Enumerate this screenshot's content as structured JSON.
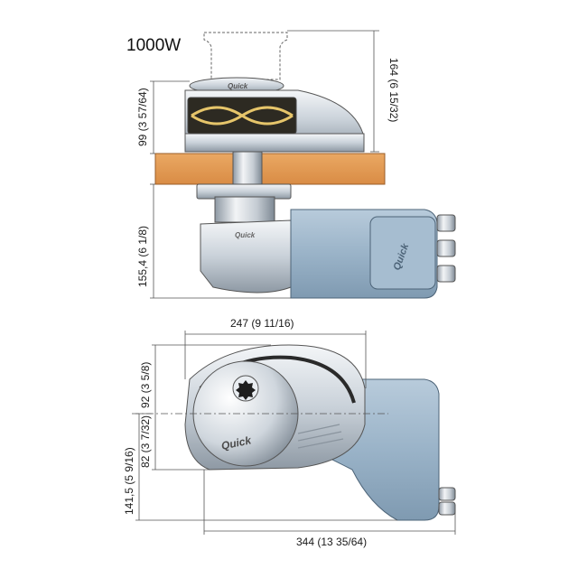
{
  "model": "1000W",
  "brand": "Quick",
  "dimensions": {
    "top_height": "164 (6 15/32)",
    "above_deck": "99 (3 57/64)",
    "below_deck": "155,4 (6 1/8)",
    "drum_width": "247 (9 11/16)",
    "upper_offset": "92 (3 5/8)",
    "lower_offset": "82 (3 7/32)",
    "total_height": "141,5 (5 9/16)",
    "total_length": "344 (13 35/64)"
  },
  "colors": {
    "deck_wood": "#e39a56",
    "motor_blue": "#9fb8cc",
    "chrome": "#d6dde4",
    "dim_line": "#555555"
  }
}
